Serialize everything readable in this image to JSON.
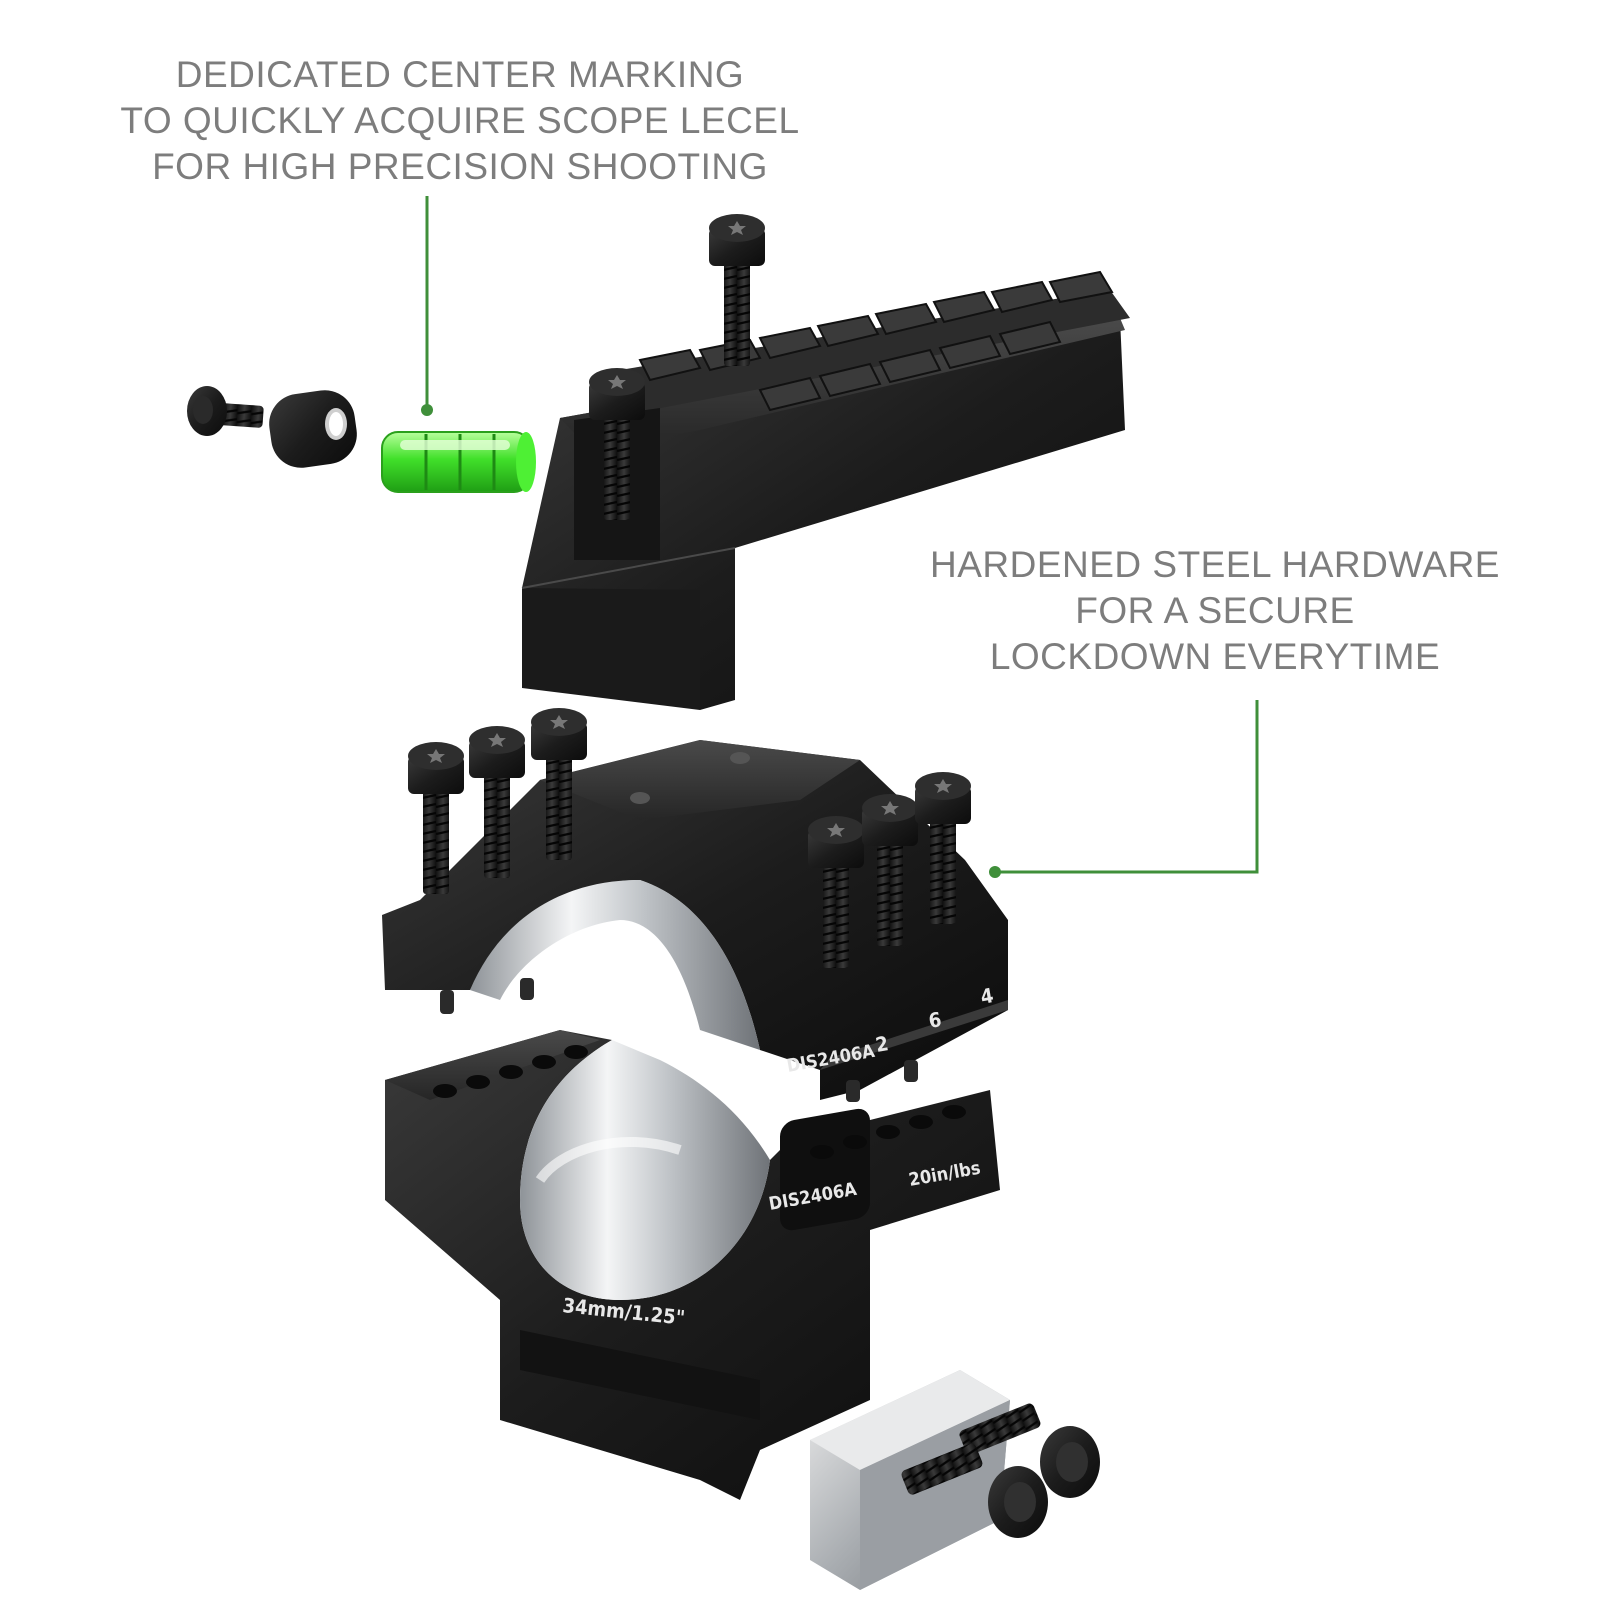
{
  "callouts": {
    "top": {
      "lines": [
        "DEDICATED CENTER MARKING",
        "TO QUICKLY ACQUIRE SCOPE LECEL",
        "FOR HIGH PRECISION SHOOTING"
      ]
    },
    "right": {
      "lines": [
        "HARDENED STEEL HARDWARE",
        "FOR A SECURE",
        "LOCKDOWN EVERYTIME"
      ]
    }
  },
  "engravings": {
    "model_upper": "DIS2406A",
    "model_lower": "DIS2406A",
    "torque": "20in/lbs",
    "size": "34mm/1.25\"",
    "order_a": "2",
    "order_b": "6",
    "order_c": "4"
  },
  "colors": {
    "callout_text": "#7d7d7d",
    "leader_line": "#3f8f3a",
    "bubble_level": "#3ee02c",
    "anodized_black": "#1b1b1b",
    "bore_silver": "#cfd3d6"
  },
  "icons": [
    "torx-screw-icon",
    "bubble-level-icon",
    "picatinny-rail-icon"
  ]
}
